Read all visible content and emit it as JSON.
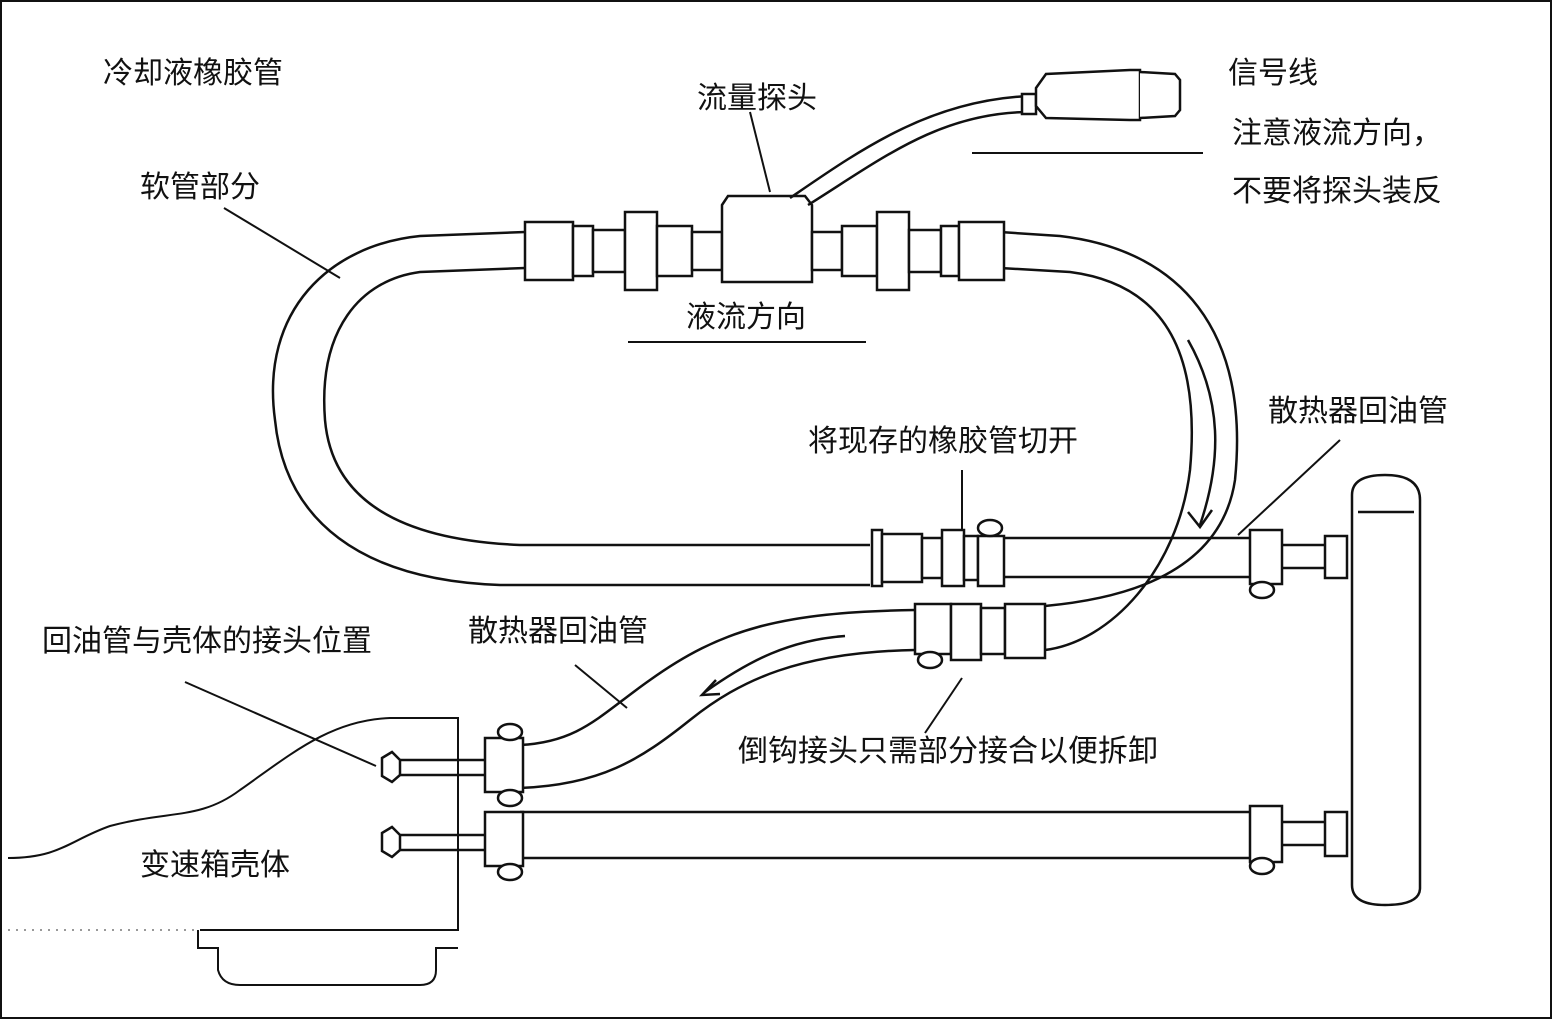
{
  "labels": {
    "coolant_hose": "冷却液橡胶管",
    "flow_probe": "流量探头",
    "signal_wire": "信号线",
    "note_line1": "注意液流方向，",
    "note_line2": "不要将探头装反",
    "hose_section": "软管部分",
    "flow_direction": "液流方向",
    "radiator_return_right": "散热器回油管",
    "cut_hose": "将现存的橡胶管切开",
    "return_joint_position": "回油管与壳体的接头位置",
    "radiator_return_left": "散热器回油管",
    "barb_fitting_note": "倒钩接头只需部分接合以便拆卸",
    "gearbox_housing": "变速箱壳体"
  },
  "colors": {
    "line": "#111111",
    "background": "#ffffff"
  }
}
